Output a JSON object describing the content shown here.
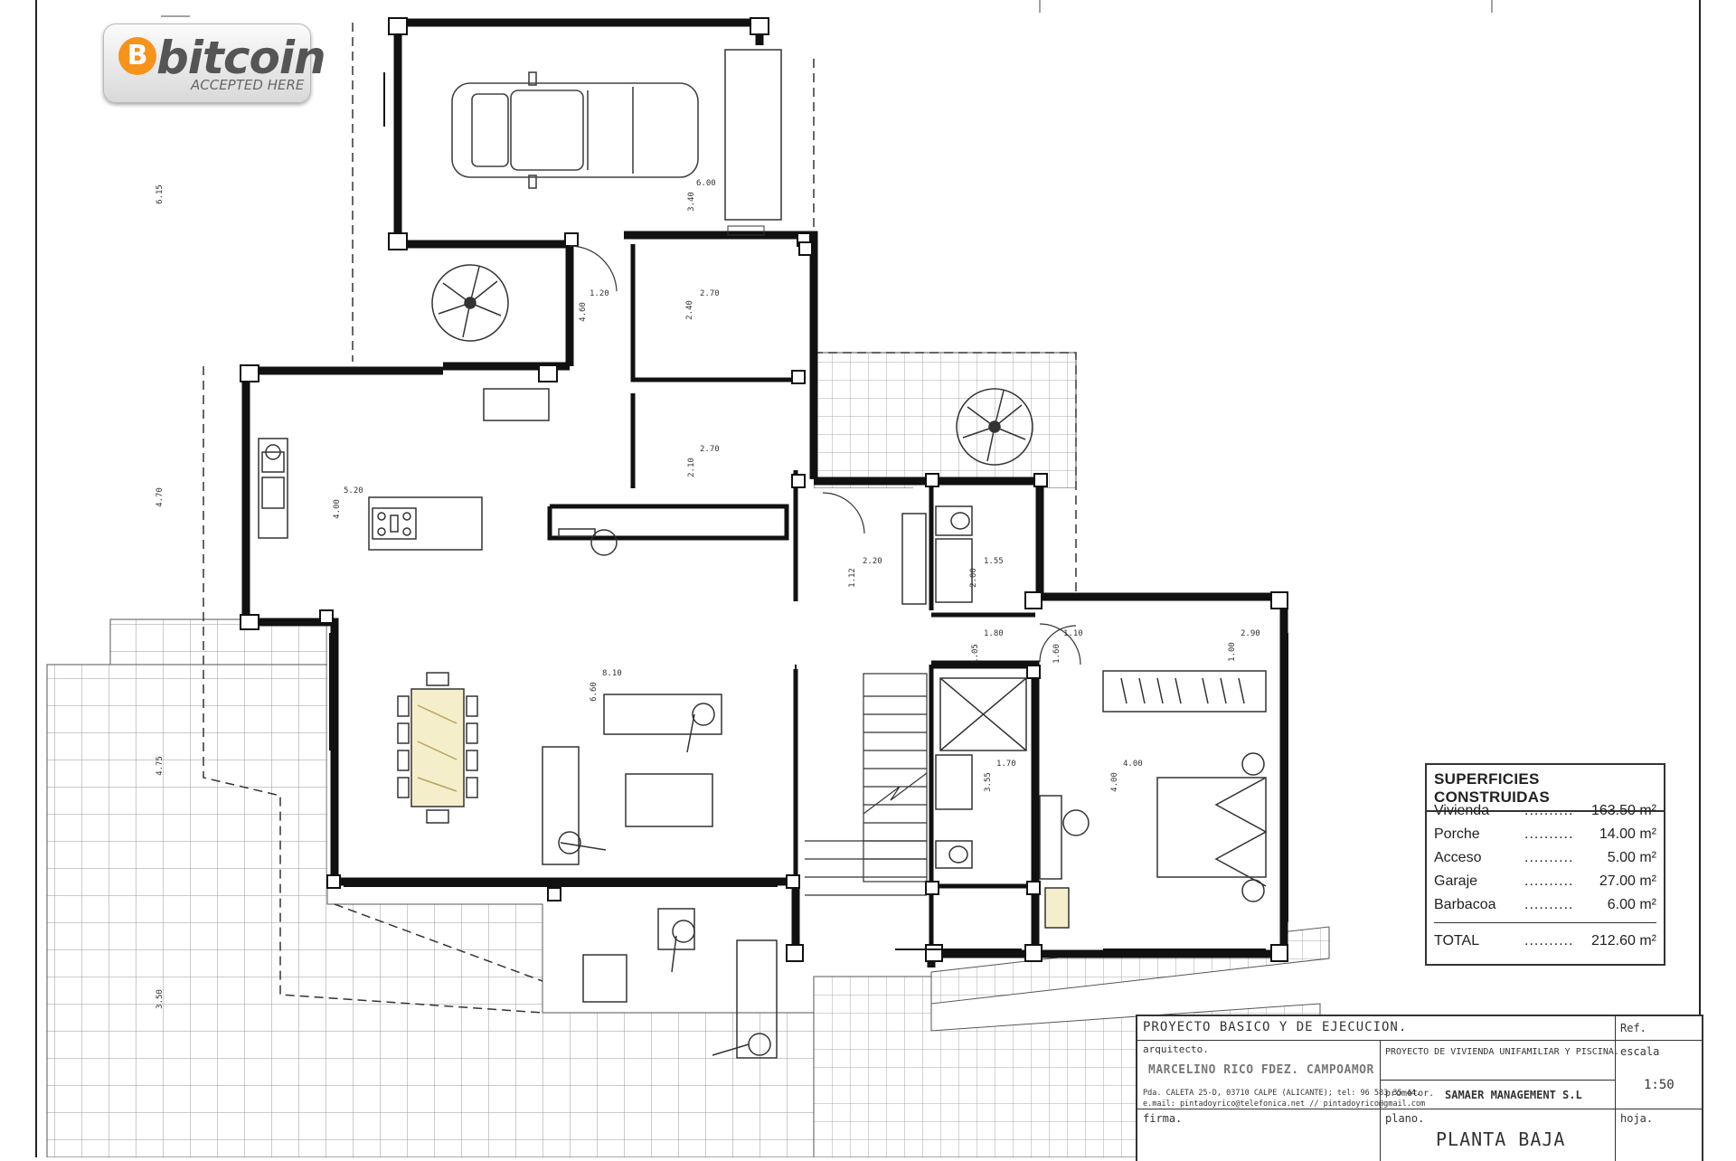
{
  "badge": {
    "logo_icon": "bitcoin-logo-icon",
    "coin_glyph": "B",
    "word": "bitcoin",
    "sub": "ACCEPTED HERE"
  },
  "dimensions": {
    "left_chain": [
      "6.15",
      "4.70",
      "4.75",
      "3.50"
    ],
    "garage": [
      "6.00",
      "3.40"
    ],
    "storage": [
      "4.60",
      "1.20"
    ],
    "laundry": [
      "2.40",
      "2.70"
    ],
    "pantry": [
      "2.10",
      "2.70"
    ],
    "kitchen": [
      "5.20",
      "4.00"
    ],
    "hall": [
      "2.20",
      "1.12"
    ],
    "wc": [
      "1.55",
      "2.00"
    ],
    "corridor": [
      "1.80",
      "1.05",
      "1.10",
      "1.60"
    ],
    "dressing": [
      "2.90",
      "1.00"
    ],
    "living": [
      "8.10",
      "6.60"
    ],
    "bath": [
      "1.70",
      "3.55"
    ],
    "bedroom": [
      "4.00",
      "4.00"
    ]
  },
  "areas": {
    "title": "SUPERFICIES CONSTRUIDAS",
    "rows": [
      {
        "label": "Vivienda",
        "dots": "..........",
        "value": "163.50 m²"
      },
      {
        "label": "Porche",
        "dots": "..........",
        "value": "14.00 m²"
      },
      {
        "label": "Acceso",
        "dots": "..........",
        "value": "5.00 m²"
      },
      {
        "label": "Garaje",
        "dots": "..........",
        "value": "27.00 m²"
      },
      {
        "label": "Barbacoa",
        "dots": "..........",
        "value": "6.00 m²"
      }
    ],
    "total": {
      "label": "TOTAL",
      "dots": "..........",
      "value": "212.60 m²"
    }
  },
  "title_block": {
    "project_header": "PROYECTO BASICO Y DE EJECUCION.",
    "ref_label": "Ref.",
    "architect_label": "arquitecto.",
    "architect_name": "MARCELINO RICO FDEZ. CAMPOAMOR",
    "address_line": "Pda. CALETA 25-D, 03710 CALPE (ALICANTE); tel: 96 583 35 44.",
    "email_line": "e.mail: pintadoyrico@telefonica.net  //  pintadoyrico@gmail.com",
    "project_desc": "PROYECTO DE VIVIENDA UNIFAMILIAR Y PISCINA.",
    "scale_label": "escala",
    "scale_value": "1:50",
    "promoter_label": "promotor.",
    "promoter_value": "SAMAER MANAGEMENT S.L",
    "signature_label": "firma.",
    "plan_label": "plano.",
    "plan_value": "PLANTA BAJA",
    "sheet_label": "hoja."
  }
}
